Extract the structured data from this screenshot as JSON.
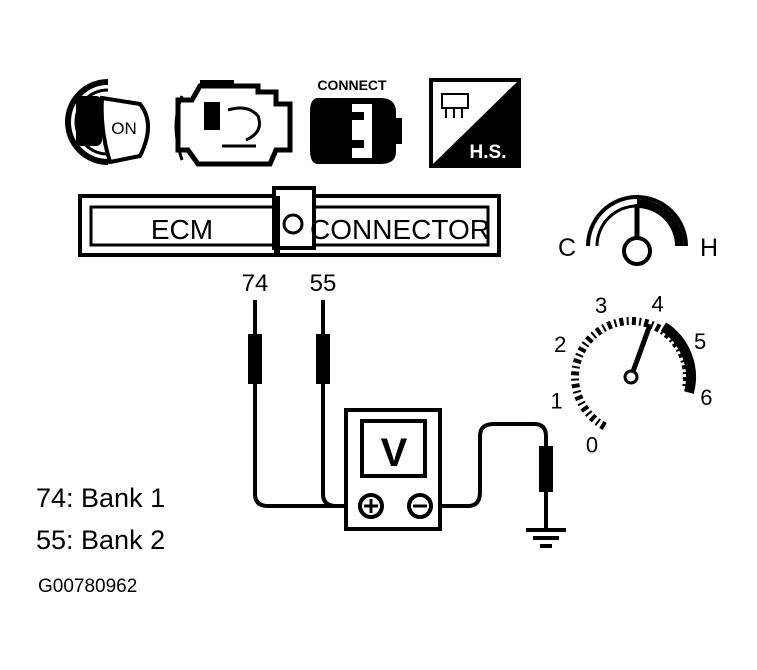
{
  "icons": {
    "ignition": {
      "label": "ON",
      "name": "ignition-key-icon"
    },
    "engine": {
      "name": "engine-icon"
    },
    "connect": {
      "label": "CONNECT",
      "name": "connect-plug-icon"
    },
    "engine_state": {
      "label": "H.S.",
      "name": "hot-start-icon"
    }
  },
  "connector": {
    "left_label": "ECM",
    "right_label": "CONNECTOR",
    "pins": [
      "74",
      "55"
    ]
  },
  "meter": {
    "label": "V"
  },
  "temp_gauge": {
    "cold_label": "C",
    "hot_label": "H"
  },
  "tachometer": {
    "scale": [
      "0",
      "1",
      "2",
      "3",
      "4",
      "5",
      "6"
    ],
    "needle_value": 4
  },
  "legend": [
    {
      "text": "74: Bank 1"
    },
    {
      "text": "55: Bank 2"
    }
  ],
  "figure_id": "G00780962"
}
